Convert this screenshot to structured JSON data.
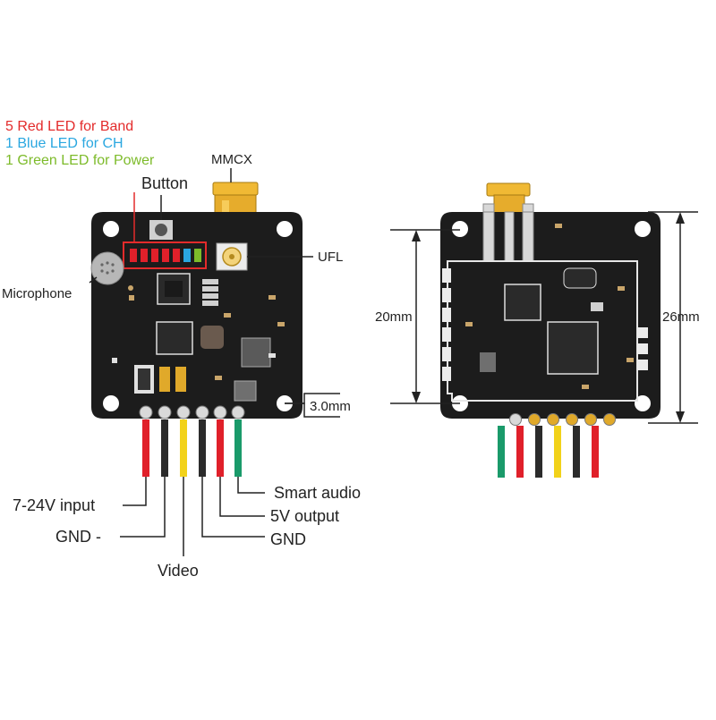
{
  "legend": {
    "red_leds": "5 Red LED for Band",
    "blue_led": "1 Blue LED for CH",
    "green_led": "1 Green LED for Power"
  },
  "labels": {
    "button": "Button",
    "mmcx": "MMCX",
    "ufl": "UFL",
    "microphone": "Microphone",
    "hole": "3.0mm",
    "dim_inner": "20mm",
    "dim_outer": "26mm"
  },
  "pins": {
    "input": "7-24V input",
    "gnd_left": "GND  -",
    "video": "Video",
    "gnd_right": "GND",
    "output_5v": "5V output",
    "smart_audio": "Smart audio"
  },
  "colors": {
    "board": "#1c1c1c",
    "gold": "#e0a92a",
    "red_text": "#e32b2b",
    "blue_text": "#2aa7e0",
    "green_text": "#7dbb2a",
    "wire_red": "#e0202a",
    "wire_black": "#2b2b2b",
    "wire_yellow": "#f2d21a",
    "wire_green": "#1a9a6a"
  }
}
